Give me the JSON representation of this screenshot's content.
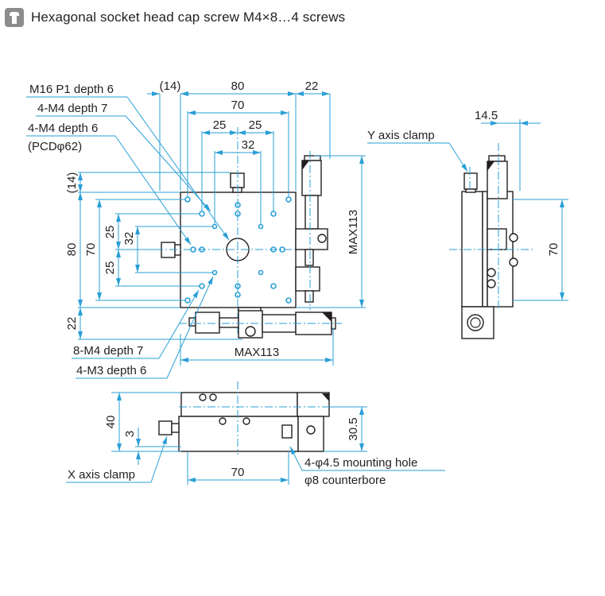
{
  "header": {
    "icon": "screw-icon",
    "title": "Hexagonal socket head cap screw M4×8…4 screws"
  },
  "colors": {
    "dimension_line": "#2a9fd6",
    "outline": "#231f20",
    "icon_bg": "#8c8c8c"
  },
  "top_view": {
    "callouts": {
      "m16": "M16 P1 depth 6",
      "m4_d7": "4-M4 depth 7",
      "m4_d6": "4-M4 depth 6",
      "pcd": "(PCDφ62)",
      "m4_8": "8-M4 depth 7",
      "m3_4": "4-M3 depth 6"
    },
    "dims_top": {
      "d14": "(14)",
      "d80": "80",
      "d22": "22",
      "d70": "70",
      "d25a": "25",
      "d25b": "25",
      "d32": "32"
    },
    "dims_left": {
      "d14": "(14)",
      "d80": "80",
      "d70": "70",
      "d25a": "25",
      "d32": "32",
      "d25b": "25",
      "d22": "22"
    },
    "dim_right": "MAX113",
    "dim_bottom": "MAX113"
  },
  "side_view": {
    "y_axis_clamp": "Y axis clamp",
    "d14_5": "14.5",
    "d70": "70"
  },
  "front_view": {
    "d40": "40",
    "d3": "3",
    "d30_5": "30.5",
    "d70": "70",
    "x_axis_clamp": "X axis clamp",
    "mounting_hole": "4-φ4.5 mounting hole",
    "counterbore": "φ8 counterbore"
  }
}
